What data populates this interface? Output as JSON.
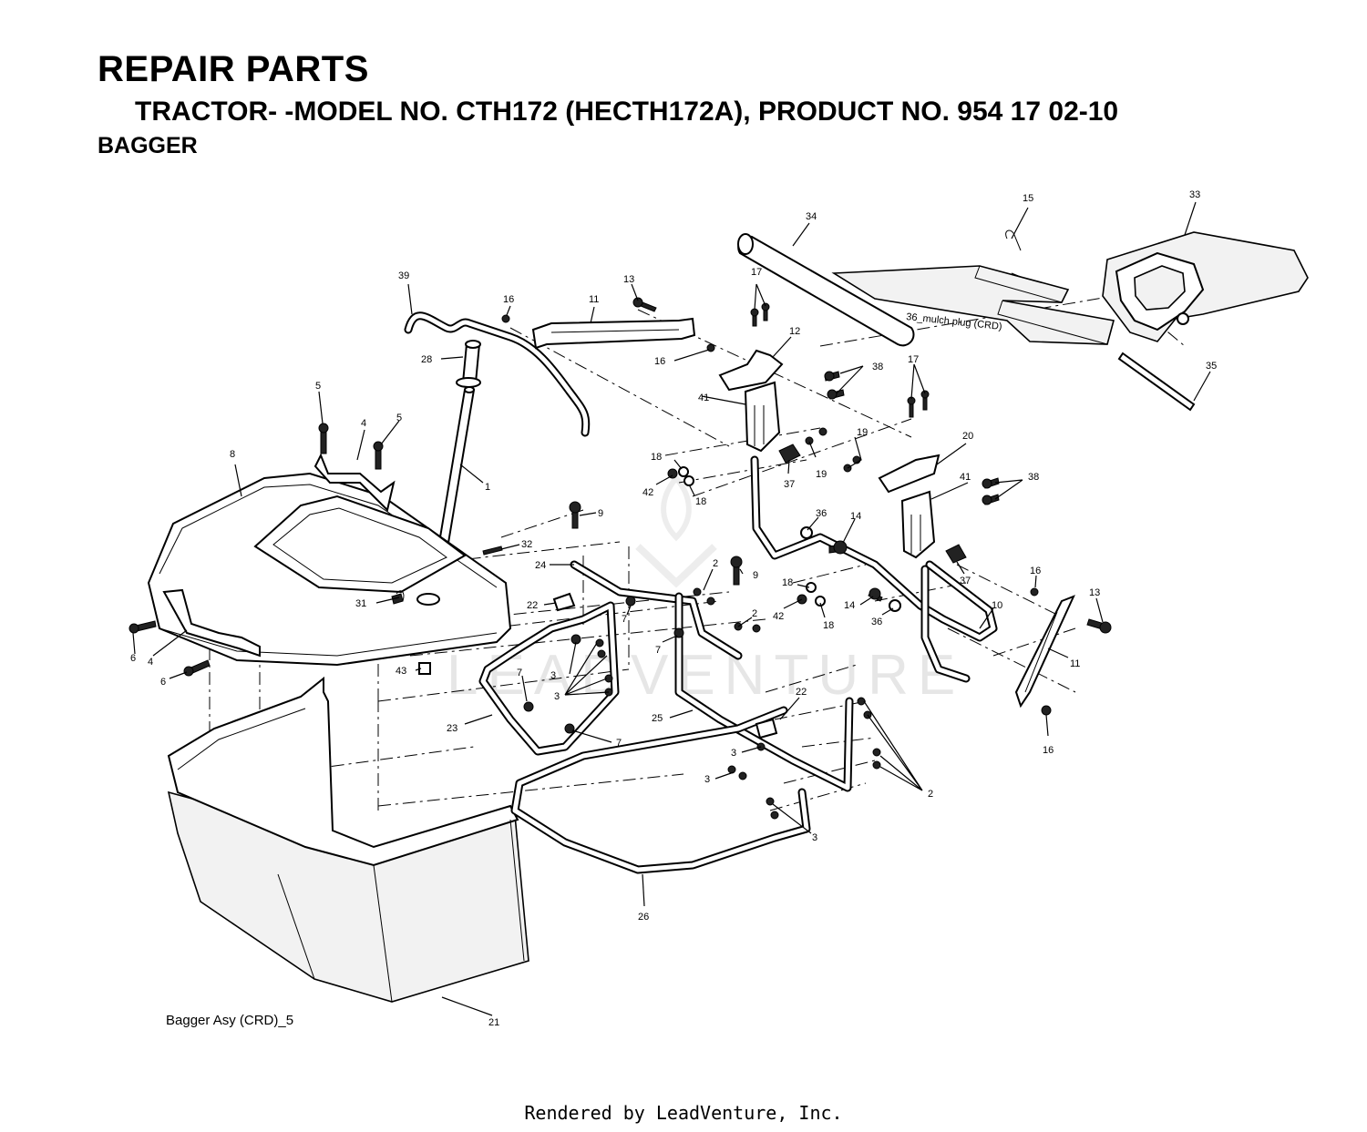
{
  "header": {
    "title": "REPAIR PARTS",
    "subtitle": "TRACTOR- -MODEL NO. CTH172 (HECTH172A), PRODUCT NO. 954 17 02-10",
    "section": "BAGGER"
  },
  "diagram": {
    "caption": "Bagger Asy (CRD)_5",
    "mulch_note": "36_mulch plug (CRD)",
    "watermark": "LEADVENTURE",
    "callouts": {
      "c1": "1",
      "c2a": "2",
      "c2b": "2",
      "c2c": "2",
      "c3a": "3",
      "c3b": "3",
      "c3c": "3",
      "c3d": "3",
      "c3e": "3",
      "c4a": "4",
      "c4b": "4",
      "c5a": "5",
      "c5b": "5",
      "c6a": "6",
      "c6b": "6",
      "c7a": "7",
      "c7b": "7",
      "c7c": "7",
      "c7d": "7",
      "c8": "8",
      "c9a": "9",
      "c9b": "9",
      "c10": "10",
      "c11a": "11",
      "c11b": "11",
      "c12": "12",
      "c13a": "13",
      "c13b": "13",
      "c14a": "14",
      "c14b": "14",
      "c15": "15",
      "c16a": "16",
      "c16b": "16",
      "c16c": "16",
      "c16d": "16",
      "c17a": "17",
      "c17b": "17",
      "c18a": "18",
      "c18b": "18",
      "c18c": "18",
      "c18d": "18",
      "c19a": "19",
      "c19b": "19",
      "c20": "20",
      "c21": "21",
      "c22a": "22",
      "c22b": "22",
      "c23": "23",
      "c24": "24",
      "c25": "25",
      "c26": "26",
      "c28": "28",
      "c31": "31",
      "c32": "32",
      "c33": "33",
      "c34": "34",
      "c35": "35",
      "c36a": "36",
      "c36b": "36",
      "c37a": "37",
      "c37b": "37",
      "c38a": "38",
      "c38b": "38",
      "c39": "39",
      "c41a": "41",
      "c41b": "41",
      "c42a": "42",
      "c42b": "42",
      "c43": "43"
    }
  },
  "footer": {
    "rendered_by": "Rendered by LeadVenture, Inc."
  }
}
